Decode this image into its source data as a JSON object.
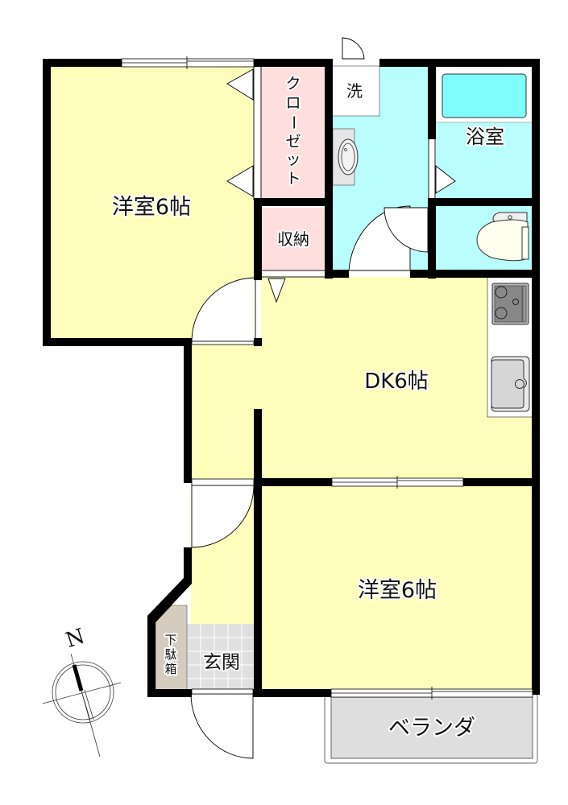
{
  "title": "間取り図",
  "colors": {
    "room": "#fffdbb",
    "wet": "#b9fdfd",
    "closet": "#ffdede",
    "entrance": "#e0e0e0",
    "shoebox": "#d6cbbf",
    "balcony": "#dedede",
    "wall": "#000000",
    "tub": "#7ffcfc"
  },
  "rooms": {
    "western_room_1": {
      "label": "洋室6帖"
    },
    "closet": {
      "label": "クローゼット",
      "chars": [
        "ク",
        "ロ",
        "ー",
        "ゼ",
        "ッ",
        "ト"
      ]
    },
    "storage": {
      "label": "収納"
    },
    "washer": {
      "label": "洗"
    },
    "bathroom": {
      "label": "浴室"
    },
    "dk": {
      "label": "DK6帖"
    },
    "western_room_2": {
      "label": "洋室6帖"
    },
    "entrance": {
      "label": "玄関"
    },
    "shoe_box": {
      "label": "下駄箱",
      "chars": [
        "下",
        "駄",
        "箱"
      ]
    },
    "balcony": {
      "label": "ベランダ"
    }
  },
  "compass": {
    "label": "N"
  }
}
